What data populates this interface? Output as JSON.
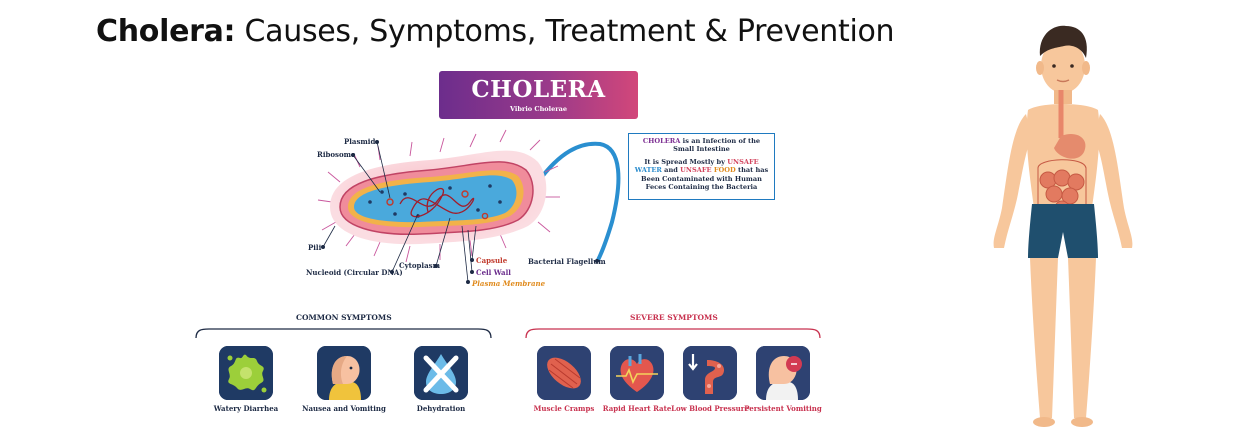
{
  "title": {
    "bold": "Cholera:",
    "regular": " Causes, Symptoms, Treatment & Prevention"
  },
  "banner": {
    "title": "CHOLERA",
    "subtitle": "Vibrio Cholerae"
  },
  "bacteria_labels": {
    "plasmid": "Plasmid",
    "ribosome": "Ribosome",
    "pili": "Pili",
    "nucleoid": "Nucleoid (Circular DNA)",
    "cytoplasm": "Cytoplasm",
    "capsule": "Capsule",
    "cell_wall": "Cell Wall",
    "plasma_membrane": "Plasma Membrane",
    "flagellum": "Bacterial Flagellum"
  },
  "info": {
    "l1_highlight": "CHOLERA",
    "l1_rest": " is an Infection of the Small Intestine",
    "l2_a": "It is Spread Mostly by ",
    "l2_unsafe1": "UNSAFE",
    "l2_water": " WATER",
    "l2_and": " and ",
    "l2_unsafe2": "UNSAFE",
    "l2_food": " FOOD",
    "l2_rest": " that has Been Contaminated with Human Feces Containing the Bacteria"
  },
  "common_symptoms": {
    "heading": "COMMON SYMPTOMS",
    "items": [
      {
        "label": "Watery Diarrhea",
        "icon": "splash-icon"
      },
      {
        "label": "Nausea and Vomiting",
        "icon": "nausea-icon"
      },
      {
        "label": "Dehydration",
        "icon": "dehydration-drop-icon"
      }
    ]
  },
  "severe_symptoms": {
    "heading": "SEVERE SYMPTOMS",
    "items": [
      {
        "label": "Muscle Cramps",
        "icon": "muscle-icon"
      },
      {
        "label": "Rapid Heart Rate",
        "icon": "heart-icon"
      },
      {
        "label": "Low Blood Pressure",
        "icon": "blood-vessel-icon"
      },
      {
        "label": "Persistent Vomiting",
        "icon": "vomiting-head-icon"
      }
    ]
  },
  "colors": {
    "banner_start": "#6c2d8c",
    "banner_end": "#d2477a",
    "common_accent": "#1d2a44",
    "severe_accent": "#c8324f",
    "info_border": "#1f7ac0"
  }
}
